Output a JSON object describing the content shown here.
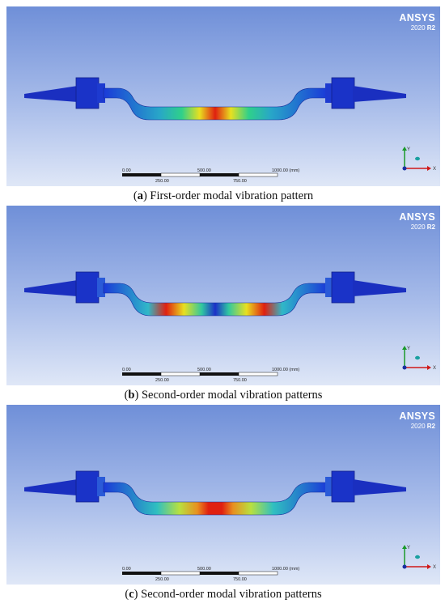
{
  "brand": {
    "name": "ANSYS",
    "version": "2020",
    "release": "R2"
  },
  "scale": {
    "top_labels": [
      "0.00",
      "500.00",
      "1000.00 (mm)"
    ],
    "bottom_labels": [
      "250.00",
      "750.00"
    ]
  },
  "triad": {
    "y_axis": "Y",
    "x_axis": "X"
  },
  "panels": [
    {
      "id": "a",
      "tag": "a",
      "caption": "First-order modal vibration pattern"
    },
    {
      "id": "b",
      "tag": "b",
      "caption": "Second-order modal vibration patterns"
    },
    {
      "id": "c",
      "tag": "c",
      "caption": "Second-order modal vibration patterns"
    }
  ]
}
